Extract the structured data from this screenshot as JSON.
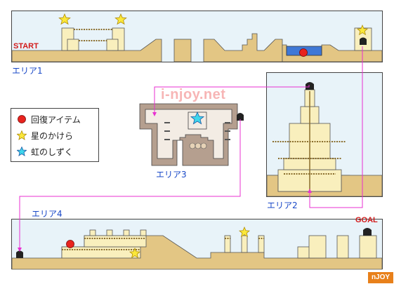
{
  "areas": {
    "area1": "エリア1",
    "area2": "エリア2",
    "area3": "エリア3",
    "area4": "エリア4"
  },
  "markers": {
    "start": "START",
    "goal": "GOAL"
  },
  "legend": {
    "items": [
      {
        "icon": "red-circle-icon",
        "label": "回復アイテム"
      },
      {
        "icon": "yellow-star-icon",
        "label": "星のかけら"
      },
      {
        "icon": "cyan-star-icon",
        "label": "虹のしずく"
      }
    ]
  },
  "watermark": "i-njoy.net",
  "brand": "nJOY",
  "colors": {
    "sky": "#e8f3f9",
    "ground": "#e3c684",
    "ground_dark": "#c9a85e",
    "tower": "#f9efbd",
    "water": "#3f78d6",
    "wall": "#b59f8f",
    "path": "#e82fd1",
    "area_label": "#1a49c8",
    "start_label": "#d21b1b"
  }
}
